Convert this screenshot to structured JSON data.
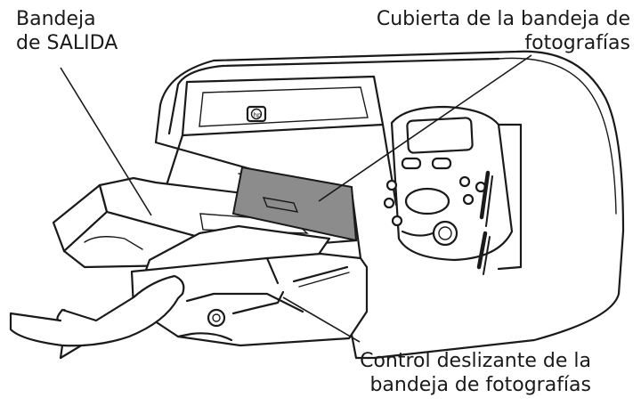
{
  "labels": {
    "output_tray": [
      "Bandeja",
      "de SALIDA"
    ],
    "photo_tray_cover": [
      "Cubierta de la bandeja de",
      "fotografías"
    ],
    "photo_tray_slider": [
      "Control deslizante de la",
      "bandeja de fotografías"
    ]
  },
  "colors": {
    "ink": "#1a1a1a",
    "cover_fill": "#8c8c8c",
    "background": "#ffffff"
  }
}
